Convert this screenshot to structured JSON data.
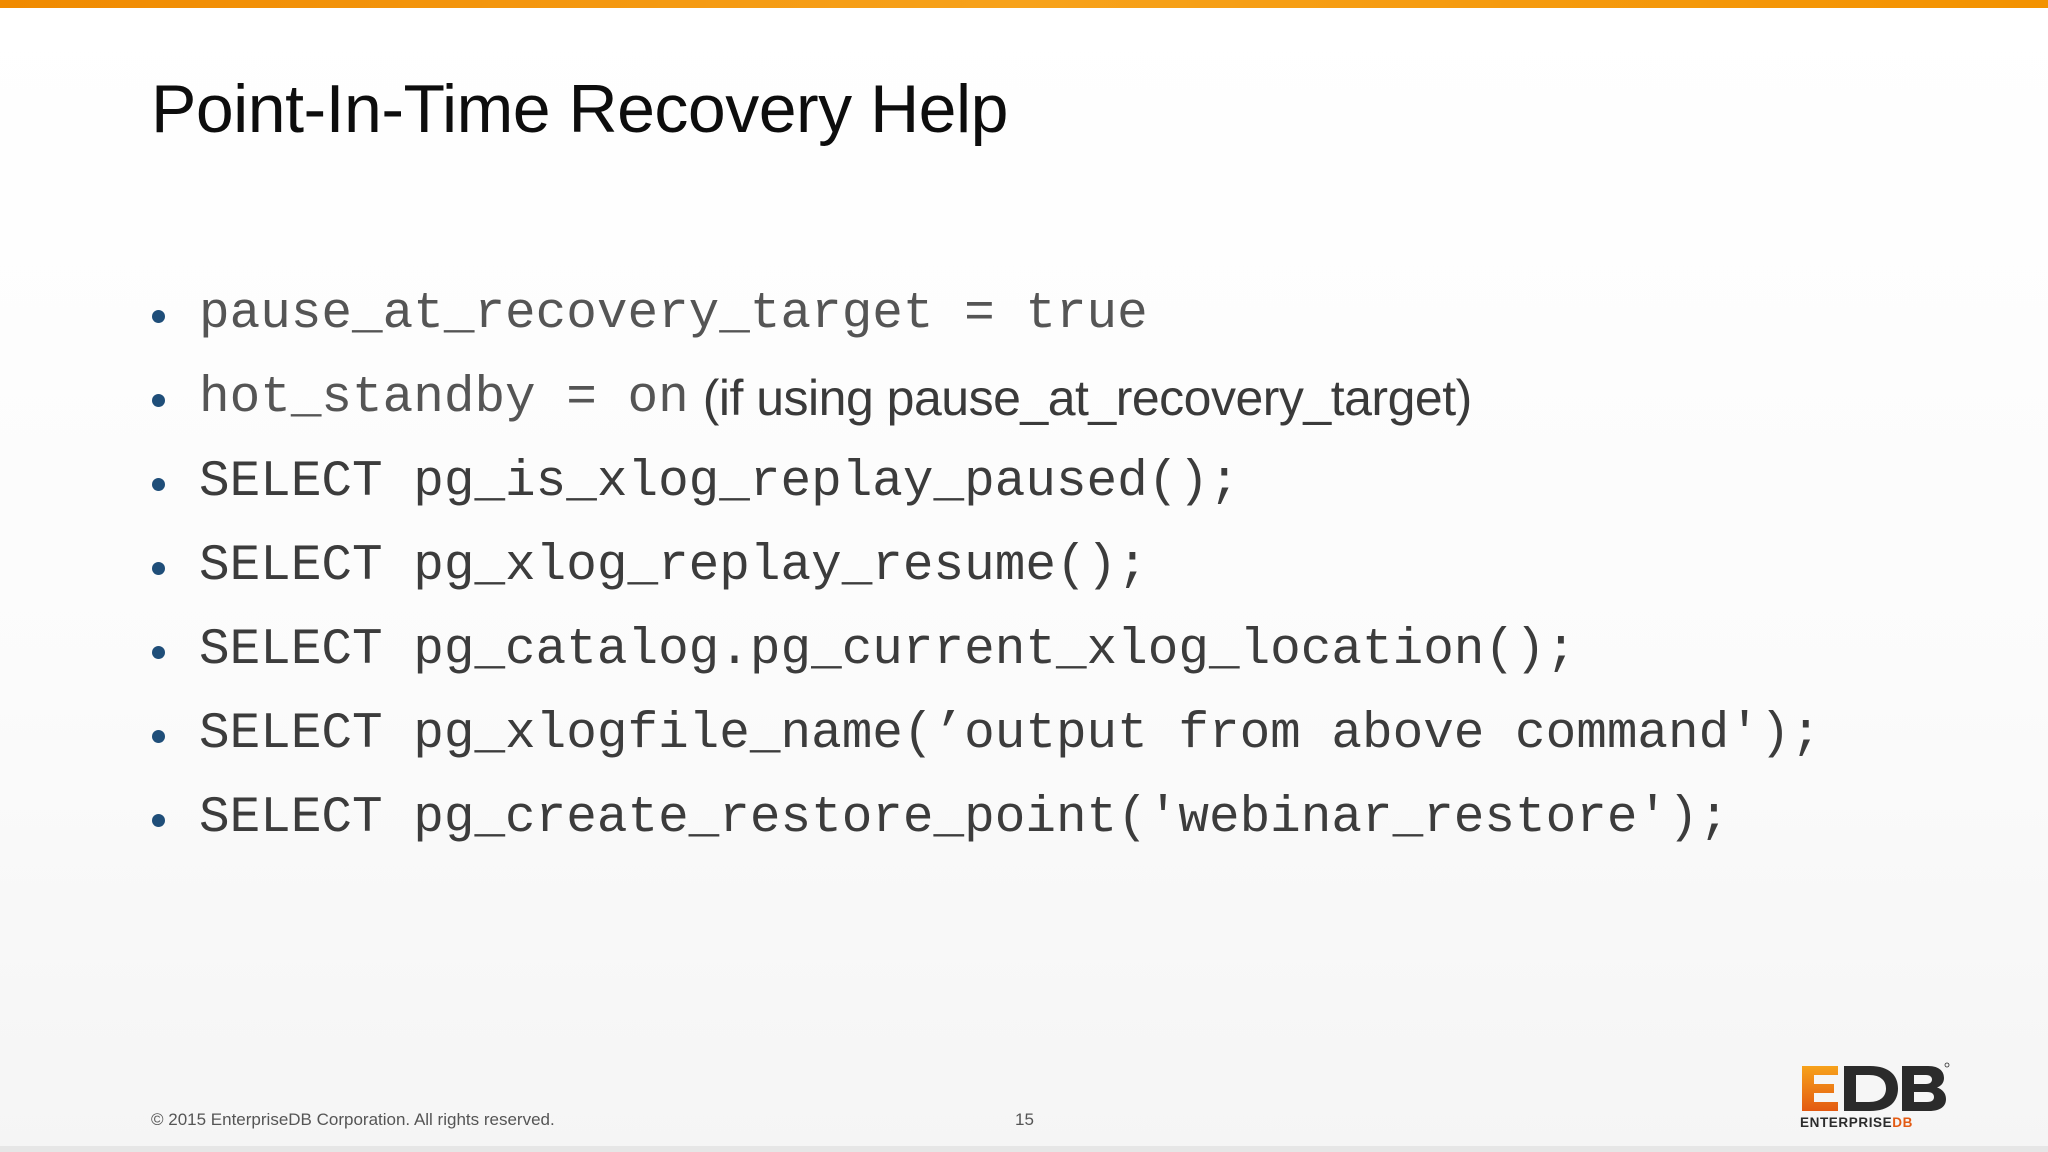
{
  "slide": {
    "title": "Point-In-Time Recovery Help",
    "bullets": [
      {
        "code": "pause_at_recovery_target = true",
        "note": ""
      },
      {
        "code": "hot_standby = on",
        "note": "(if using pause_at_recovery_target)"
      },
      {
        "code": "SELECT pg_is_xlog_replay_paused();",
        "note": ""
      },
      {
        "code": "SELECT pg_xlog_replay_resume();",
        "note": ""
      },
      {
        "code": "SELECT pg_catalog.pg_current_xlog_location();",
        "note": ""
      },
      {
        "code": "SELECT pg_xlogfile_name(’output from above command');",
        "note": ""
      },
      {
        "code": "SELECT pg_create_restore_point('webinar_restore');",
        "note": ""
      }
    ]
  },
  "footer": {
    "copyright": "© 2015 EnterpriseDB Corporation. All rights reserved.",
    "page_number": "15"
  },
  "logo": {
    "mark": "EDB",
    "wordmark": "ENTERPRISEDB"
  },
  "colors": {
    "accent_orange": "#f39200",
    "bullet_blue": "#1f4e79"
  }
}
